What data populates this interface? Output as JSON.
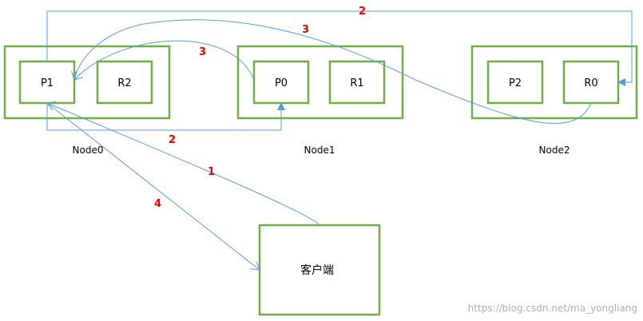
{
  "nodes": [
    {
      "label": "Node0",
      "shards": [
        "P1",
        "R2"
      ]
    },
    {
      "label": "Node1",
      "shards": [
        "P0",
        "R1"
      ]
    },
    {
      "label": "Node2",
      "shards": [
        "P2",
        "R0"
      ]
    }
  ],
  "client": {
    "label": "客户端"
  },
  "steps": {
    "client_to_p1": "1",
    "p1_to_p0": "2",
    "p1_to_r0": "2",
    "p0_to_p1": "3",
    "r0_to_p1": "3",
    "p1_to_client": "4"
  },
  "watermark": "https://blog.csdn.net/ma_yongliang",
  "colors": {
    "box_border": "#70ad47",
    "arrow": "#5b9bd5",
    "step_number": "#e60000"
  }
}
